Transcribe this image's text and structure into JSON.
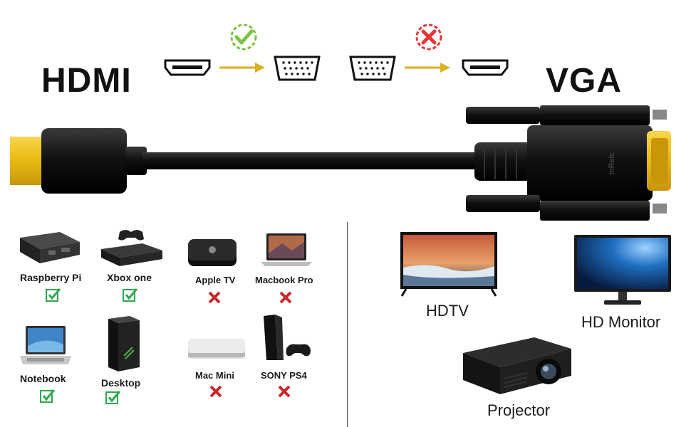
{
  "header": {
    "left_title": "HDMI",
    "right_title": "VGA"
  },
  "conversion": [
    {
      "from": "hdmi-port-icon",
      "to": "vga-port-icon",
      "status": "check-icon",
      "status_color": "#7cc242"
    },
    {
      "from": "vga-port-icon",
      "to": "hdmi-port-icon",
      "status": "cross-icon",
      "status_color": "#e8353a"
    }
  ],
  "arrow_color": "#d9b21e",
  "cable": {
    "brand_mark": "mRelc"
  },
  "sources": [
    {
      "label": "Raspberry Pi",
      "status": "check-icon"
    },
    {
      "label": "Xbox one",
      "status": "check-icon"
    },
    {
      "label": "Apple TV",
      "status": "cross-icon"
    },
    {
      "label": "Macbook Pro",
      "status": "cross-icon"
    },
    {
      "label": "Notebook",
      "status": "check-icon"
    },
    {
      "label": "Desktop",
      "status": "check-icon"
    },
    {
      "label": "Mac Mini",
      "status": "cross-icon"
    },
    {
      "label": "SONY PS4",
      "status": "cross-icon"
    }
  ],
  "colors": {
    "check": "#2fa84f",
    "cross": "#c62828"
  },
  "displays": [
    {
      "label": "HDTV"
    },
    {
      "label": "HD Monitor"
    },
    {
      "label": "Projector"
    }
  ]
}
